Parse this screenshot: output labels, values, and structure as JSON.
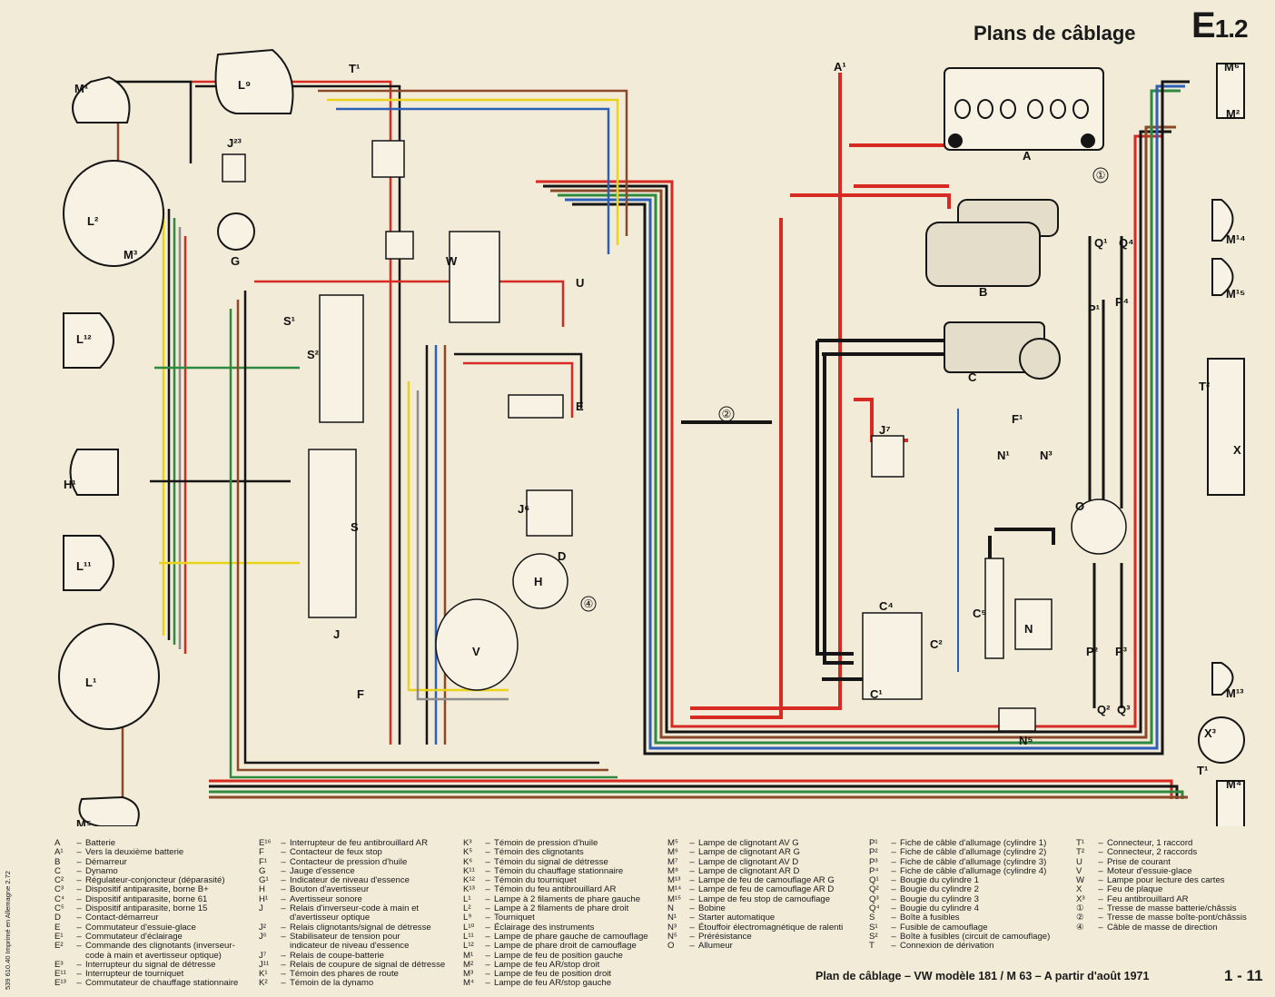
{
  "header": {
    "title": "Plans de câblage",
    "code_main": "E",
    "code_sub": "1.2"
  },
  "diagram": {
    "components": [
      {
        "id": "M1_fl",
        "label": "M¹"
      },
      {
        "id": "L9",
        "label": "L⁹"
      },
      {
        "id": "T1_top",
        "label": "T¹"
      },
      {
        "id": "J23",
        "label": "J²³"
      },
      {
        "id": "L2",
        "label": "L²"
      },
      {
        "id": "M3",
        "label": "M³"
      },
      {
        "id": "G",
        "label": "G"
      },
      {
        "id": "L12",
        "label": "L¹²"
      },
      {
        "id": "S1",
        "label": "S¹"
      },
      {
        "id": "S2",
        "label": "S²"
      },
      {
        "id": "H1",
        "label": "H¹"
      },
      {
        "id": "L11",
        "label": "L¹¹"
      },
      {
        "id": "L1",
        "label": "L¹"
      },
      {
        "id": "M5",
        "label": "M⁵"
      },
      {
        "id": "A",
        "label": "A"
      },
      {
        "id": "A1",
        "label": "A¹"
      },
      {
        "id": "B",
        "label": "B"
      },
      {
        "id": "C",
        "label": "C"
      },
      {
        "id": "E",
        "label": "E"
      },
      {
        "id": "W",
        "label": "W"
      },
      {
        "id": "U",
        "label": "U"
      },
      {
        "id": "S",
        "label": "S"
      },
      {
        "id": "J",
        "label": "J"
      },
      {
        "id": "F",
        "label": "F"
      },
      {
        "id": "D",
        "label": "D"
      },
      {
        "id": "H",
        "label": "H"
      },
      {
        "id": "V",
        "label": "V"
      },
      {
        "id": "J6",
        "label": "J⁶"
      },
      {
        "id": "J7",
        "label": "J⁷"
      },
      {
        "id": "F1",
        "label": "F¹"
      },
      {
        "id": "N1",
        "label": "N¹"
      },
      {
        "id": "N3",
        "label": "N³"
      },
      {
        "id": "O",
        "label": "O"
      },
      {
        "id": "C4",
        "label": "C⁴"
      },
      {
        "id": "C2",
        "label": "C²"
      },
      {
        "id": "C1",
        "label": "C¹"
      },
      {
        "id": "C5",
        "label": "C⁵"
      },
      {
        "id": "N",
        "label": "N"
      },
      {
        "id": "N5",
        "label": "N⁵"
      },
      {
        "id": "P1",
        "label": "P¹"
      },
      {
        "id": "P4",
        "label": "P⁴"
      },
      {
        "id": "P2",
        "label": "P²"
      },
      {
        "id": "P3",
        "label": "P³"
      },
      {
        "id": "Q1",
        "label": "Q¹"
      },
      {
        "id": "Q4",
        "label": "Q⁴"
      },
      {
        "id": "Q2",
        "label": "Q²"
      },
      {
        "id": "Q3",
        "label": "Q³"
      },
      {
        "id": "M6",
        "label": "M⁶"
      },
      {
        "id": "M2",
        "label": "M²"
      },
      {
        "id": "M14",
        "label": "M¹⁴"
      },
      {
        "id": "M15",
        "label": "M¹⁵"
      },
      {
        "id": "T2_r",
        "label": "T²"
      },
      {
        "id": "X",
        "label": "X"
      },
      {
        "id": "M13",
        "label": "M¹³"
      },
      {
        "id": "X3",
        "label": "X³"
      },
      {
        "id": "M4",
        "label": "M⁴"
      },
      {
        "id": "T1_r",
        "label": "T¹"
      }
    ],
    "ground_markers": [
      "①",
      "②",
      "④"
    ]
  },
  "legend": {
    "col1": [
      {
        "k": "A",
        "v": "Batterie"
      },
      {
        "k": "A¹",
        "v": "Vers la deuxième batterie"
      },
      {
        "k": "B",
        "v": "Démarreur"
      },
      {
        "k": "C",
        "v": "Dynamo"
      },
      {
        "k": "C²",
        "v": "Régulateur-conjoncteur (déparasité)"
      },
      {
        "k": "C³",
        "v": "Dispositif antiparasite, borne B+"
      },
      {
        "k": "C⁴",
        "v": "Dispositif antiparasite, borne 61"
      },
      {
        "k": "C⁵",
        "v": "Dispositif antiparasite, borne 15"
      },
      {
        "k": "D",
        "v": "Contact-démarreur"
      },
      {
        "k": "E",
        "v": "Commutateur d'essuie-glace"
      },
      {
        "k": "E¹",
        "v": "Commutateur d'éclairage"
      },
      {
        "k": "E²",
        "v": "Commande des clignotants (inverseur-"
      },
      {
        "k": "",
        "v": "code à main et avertisseur optique)"
      },
      {
        "k": "E³",
        "v": "Interrupteur du signal de détresse"
      },
      {
        "k": "E¹¹",
        "v": "Interrupteur de tourniquet"
      },
      {
        "k": "E¹³",
        "v": "Commutateur de chauffage stationnaire"
      }
    ],
    "col2": [
      {
        "k": "E¹⁶",
        "v": "Interrupteur de feu antibrouillard AR"
      },
      {
        "k": "F",
        "v": "Contacteur de feux stop"
      },
      {
        "k": "F¹",
        "v": "Contacteur de pression d'huile"
      },
      {
        "k": "G",
        "v": "Jauge d'essence"
      },
      {
        "k": "G¹",
        "v": "Indicateur de niveau d'essence"
      },
      {
        "k": "H",
        "v": "Bouton d'avertisseur"
      },
      {
        "k": "H¹",
        "v": "Avertisseur sonore"
      },
      {
        "k": "J",
        "v": "Relais d'inverseur-code à main et"
      },
      {
        "k": "",
        "v": "d'avertisseur optique"
      },
      {
        "k": "J²",
        "v": "Relais clignotants/signal de détresse"
      },
      {
        "k": "J⁶",
        "v": "Stabilisateur de tension pour"
      },
      {
        "k": "",
        "v": "indicateur de niveau d'essence"
      },
      {
        "k": "J⁷",
        "v": "Relais de coupe-batterie"
      },
      {
        "k": "J¹¹",
        "v": "Relais de coupure de signal de détresse"
      },
      {
        "k": "K¹",
        "v": "Témoin des phares de route"
      },
      {
        "k": "K²",
        "v": "Témoin de la dynamo"
      }
    ],
    "col3": [
      {
        "k": "K³",
        "v": "Témoin de pression d'huile"
      },
      {
        "k": "K⁵",
        "v": "Témoin des clignotants"
      },
      {
        "k": "K⁶",
        "v": "Témoin du signal de détresse"
      },
      {
        "k": "K¹¹",
        "v": "Témoin du chauffage stationnaire"
      },
      {
        "k": "K¹²",
        "v": "Témoin du tourniquet"
      },
      {
        "k": "K¹³",
        "v": "Témoin du feu antibrouillard AR"
      },
      {
        "k": "L¹",
        "v": "Lampe à 2 filaments de phare gauche"
      },
      {
        "k": "L²",
        "v": "Lampe à 2 filaments de phare droit"
      },
      {
        "k": "L⁹",
        "v": "Tourniquet"
      },
      {
        "k": "L¹⁰",
        "v": "Éclairage des instruments"
      },
      {
        "k": "L¹¹",
        "v": "Lampe de phare gauche de camouflage"
      },
      {
        "k": "L¹²",
        "v": "Lampe de phare droit de camouflage"
      },
      {
        "k": "M¹",
        "v": "Lampe de feu de position gauche"
      },
      {
        "k": "M²",
        "v": "Lampe de feu AR/stop droit"
      },
      {
        "k": "M³",
        "v": "Lampe de feu de position droit"
      },
      {
        "k": "M⁴",
        "v": "Lampe de feu AR/stop gauche"
      }
    ],
    "col4": [
      {
        "k": "M⁵",
        "v": "Lampe de clignotant AV G"
      },
      {
        "k": "M⁶",
        "v": "Lampe de clignotant AR G"
      },
      {
        "k": "M⁷",
        "v": "Lampe de clignotant AV D"
      },
      {
        "k": "M⁸",
        "v": "Lampe de clignotant AR D"
      },
      {
        "k": "M¹³",
        "v": "Lampe de feu de camouflage AR G"
      },
      {
        "k": "M¹⁴",
        "v": "Lampe de feu de camouflage AR D"
      },
      {
        "k": "M¹⁵",
        "v": "Lampe de feu stop de camouflage"
      },
      {
        "k": "N",
        "v": "Bobine"
      },
      {
        "k": "N¹",
        "v": "Starter automatique"
      },
      {
        "k": "N³",
        "v": "Étouffoir électromagnétique de ralenti"
      },
      {
        "k": "N⁵",
        "v": "Prérésistance"
      },
      {
        "k": "O",
        "v": "Allumeur"
      }
    ],
    "col5": [
      {
        "k": "P¹",
        "v": "Fiche de câble d'allumage (cylindre 1)"
      },
      {
        "k": "P²",
        "v": "Fiche de câble d'allumage (cylindre 2)"
      },
      {
        "k": "P³",
        "v": "Fiche de câble d'allumage (cylindre 3)"
      },
      {
        "k": "P⁴",
        "v": "Fiche de câble d'allumage (cylindre 4)"
      },
      {
        "k": "Q¹",
        "v": "Bougie du cylindre 1"
      },
      {
        "k": "Q²",
        "v": "Bougie du cylindre 2"
      },
      {
        "k": "Q³",
        "v": "Bougie du cylindre 3"
      },
      {
        "k": "Q⁴",
        "v": "Bougie du cylindre 4"
      },
      {
        "k": "S",
        "v": "Boîte à fusibles"
      },
      {
        "k": "S¹",
        "v": "Fusible de camouflage"
      },
      {
        "k": "S²",
        "v": "Boîte à fusibles (circuit de camouflage)"
      },
      {
        "k": "T",
        "v": "Connexion de dérivation"
      }
    ],
    "col6": [
      {
        "k": "T¹",
        "v": "Connecteur, 1 raccord"
      },
      {
        "k": "T²",
        "v": "Connecteur, 2 raccords"
      },
      {
        "k": "U",
        "v": "Prise de courant"
      },
      {
        "k": "V",
        "v": "Moteur d'essuie-glace"
      },
      {
        "k": "W",
        "v": "Lampe pour lecture des cartes"
      },
      {
        "k": "X",
        "v": "Feu de plaque"
      },
      {
        "k": "X³",
        "v": "Feu antibrouillard AR"
      },
      {
        "k": "",
        "v": ""
      },
      {
        "k": "①",
        "v": "Tresse de masse batterie/châssis"
      },
      {
        "k": "②",
        "v": "Tresse de masse boîte-pont/châssis"
      },
      {
        "k": "④",
        "v": "Câble de masse de direction"
      }
    ]
  },
  "footer": {
    "title": "Plan de câblage – VW modèle 181 / M 63 – A partir d'août 1971",
    "page": "1 - 11",
    "side_note": "539 610.40 Imprimé en Allemagne 2.72"
  },
  "colors": {
    "background": "#f2ebd8",
    "red": "#d62a22",
    "black": "#151515",
    "brown": "#8a4a2a",
    "yellow": "#e8d21a",
    "blue": "#2b5fb8",
    "green": "#2d8a3e",
    "grey": "#8c8c8c",
    "white": "#ffffff"
  }
}
